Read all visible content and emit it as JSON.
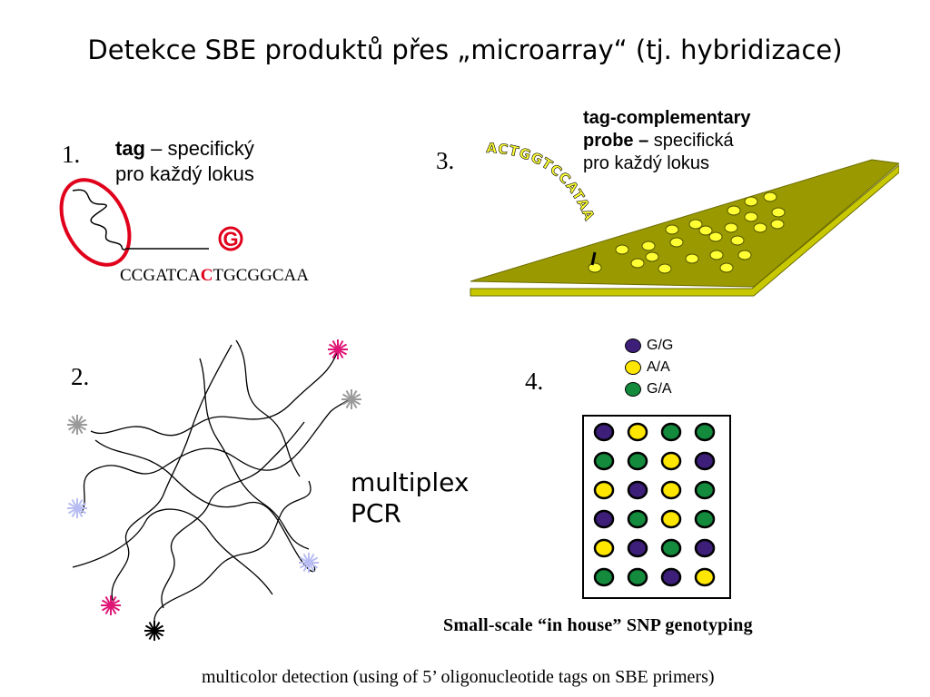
{
  "title": "Detekce SBE produktů přes „microarray“ (tj. hybridizace)",
  "panel1": {
    "number": "1.",
    "tag_bold": "tag",
    "tag_rest": " – specifický",
    "tag_line2": "pro každý lokus",
    "base_letter": "G",
    "sequence_before": "CCGATCA",
    "sequence_highlight": "C",
    "sequence_after": "TGCGGCAA"
  },
  "panel2": {
    "number": "2.",
    "line1": "multiplex",
    "line2": "PCR"
  },
  "panel3": {
    "number": "3.",
    "probe_line1": "tag-complementary",
    "probe_bold2": "probe –",
    "probe_rest2": " specifická",
    "probe_line3": "pro každý lokus",
    "probe_sequence": "ACTGGTCCATAA"
  },
  "panel4": {
    "number": "4.",
    "legend": [
      {
        "label": "G/G",
        "color": "#3d1f7a"
      },
      {
        "label": "A/A",
        "color": "#ffe600"
      },
      {
        "label": "G/A",
        "color": "#138a3c"
      }
    ],
    "grid": [
      [
        "G/G",
        "A/A",
        "G/A",
        "G/A"
      ],
      [
        "G/A",
        "G/A",
        "A/A",
        "G/G"
      ],
      [
        "A/A",
        "G/G",
        "A/A",
        "G/A"
      ],
      [
        "G/G",
        "G/A",
        "A/A",
        "G/A"
      ],
      [
        "A/A",
        "G/G",
        "G/A",
        "G/G"
      ],
      [
        "G/A",
        "G/A",
        "G/G",
        "A/A"
      ]
    ],
    "caption": "Small-scale “in house” SNP genotyping"
  },
  "footer": "multicolor detection (using of 5’ oligonucleotide tags on SBE primers)",
  "colors": {
    "slide_top": "#9a9a00",
    "slide_edge": "#c8c800",
    "spot": "#ffff33",
    "highlight_red": "#e0001b"
  }
}
